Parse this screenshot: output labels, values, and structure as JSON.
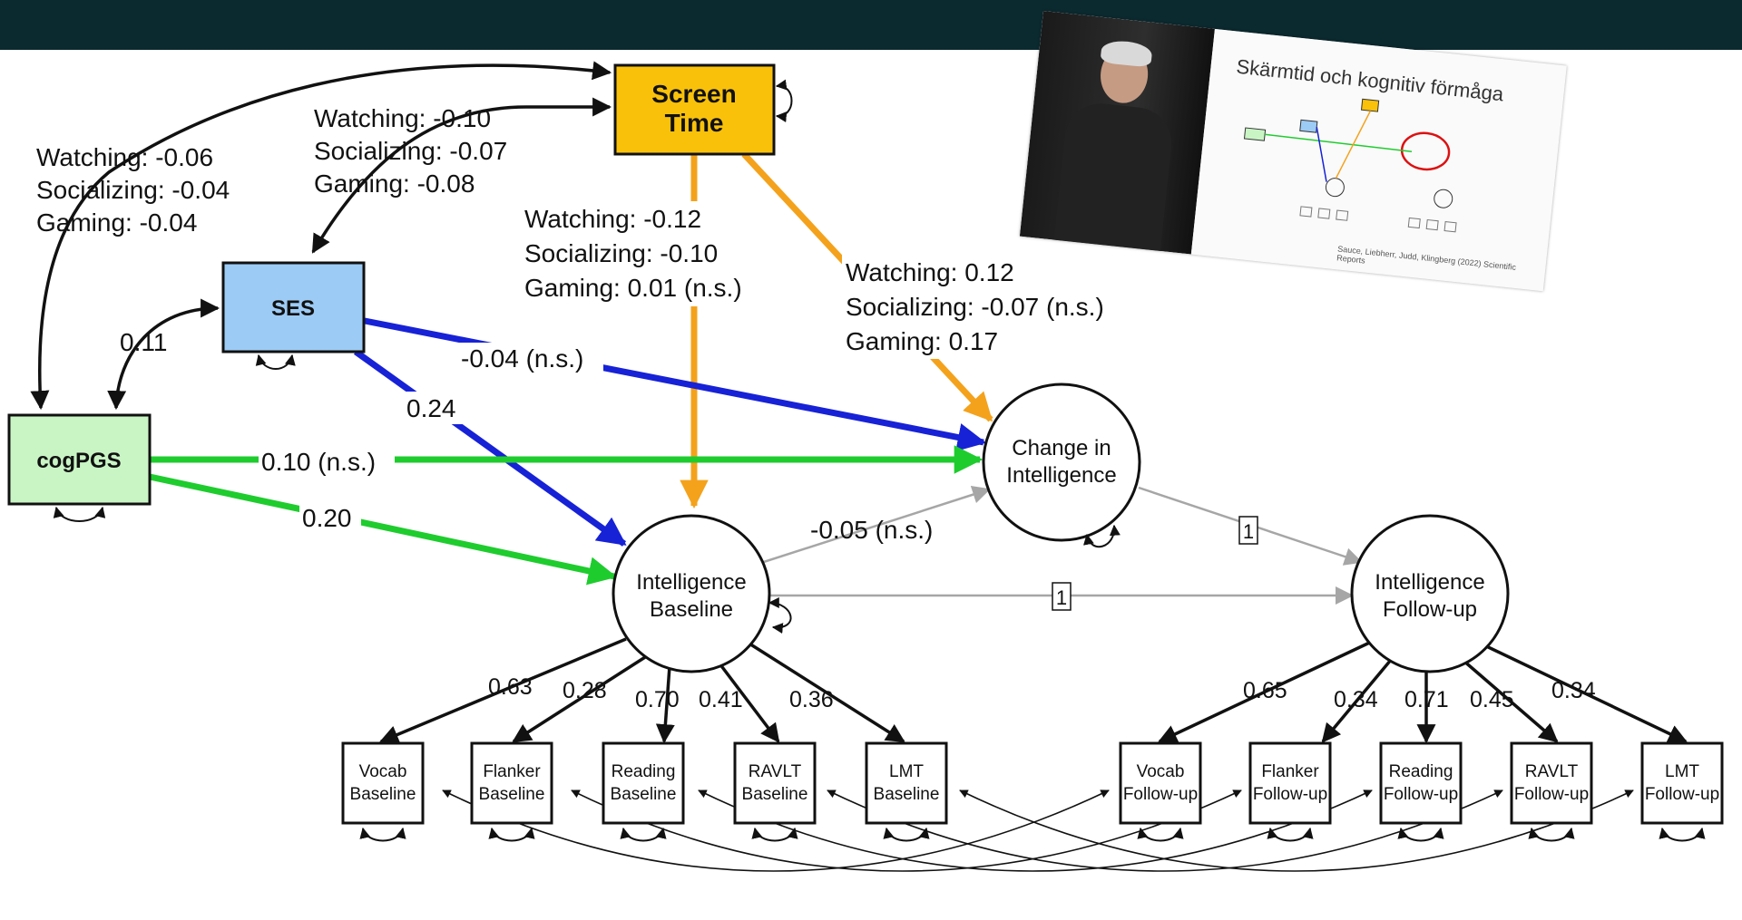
{
  "nodes": {
    "screen_time": {
      "line1": "Screen",
      "line2": "Time"
    },
    "ses": {
      "label": "SES"
    },
    "cogpgs": {
      "label": "cogPGS"
    },
    "change_intelligence": {
      "line1": "Change in",
      "line2": "Intelligence"
    },
    "intelligence_baseline": {
      "line1": "Intelligence",
      "line2": "Baseline"
    },
    "intelligence_followup": {
      "line1": "Intelligence",
      "line2": "Follow-up"
    }
  },
  "indicators_baseline": [
    {
      "line1": "Vocab",
      "line2": "Baseline",
      "loading": "0.63"
    },
    {
      "line1": "Flanker",
      "line2": "Baseline",
      "loading": "0.28"
    },
    {
      "line1": "Reading",
      "line2": "Baseline",
      "loading": "0.70"
    },
    {
      "line1": "RAVLT",
      "line2": "Baseline",
      "loading": "0.41"
    },
    {
      "line1": "LMT",
      "line2": "Baseline",
      "loading": "0.36"
    }
  ],
  "indicators_followup": [
    {
      "line1": "Vocab",
      "line2": "Follow-up",
      "loading": "0.65"
    },
    {
      "line1": "Flanker",
      "line2": "Follow-up",
      "loading": "0.34"
    },
    {
      "line1": "Reading",
      "line2": "Follow-up",
      "loading": "0.71"
    },
    {
      "line1": "RAVLT",
      "line2": "Follow-up",
      "loading": "0.45"
    },
    {
      "line1": "LMT",
      "line2": "Follow-up",
      "loading": "0.34"
    }
  ],
  "paths": {
    "screen_cog": [
      "Watching: -0.06",
      "Socializing: -0.04",
      "Gaming: -0.04"
    ],
    "screen_ses": [
      "Watching: -0.10",
      "Socializing: -0.07",
      "Gaming: -0.08"
    ],
    "screen_baseline": [
      "Watching: -0.12",
      "Socializing: -0.10",
      "Gaming: 0.01 (n.s.)"
    ],
    "screen_change": [
      "Watching: 0.12",
      "Socializing: -0.07 (n.s.)",
      "Gaming: 0.17"
    ],
    "ses_cog": "0.11",
    "ses_change": "-0.04 (n.s.)",
    "ses_baseline": "0.24",
    "cog_change": "0.10 (n.s.)",
    "cog_baseline": "0.20",
    "baseline_change": "-0.05 (n.s.)",
    "baseline_followup": "1",
    "change_followup": "1"
  },
  "inset": {
    "slide_title": "Skärmtid och kognitiv förmåga",
    "slide_citation": "Sauce, Liebherr, Judd, Klingberg (2022) Scientific Reports"
  },
  "colors": {
    "topbar": "#0b2a30",
    "screen_time_fill": "#f9c10a",
    "ses_fill": "#9ccbf5",
    "cogpgs_fill": "#c9f5c5",
    "screen_paths": "#f4a21c",
    "ses_paths": "#1722d6",
    "cog_paths": "#1fcc2e",
    "latent_paths": "#a6a6a6"
  }
}
